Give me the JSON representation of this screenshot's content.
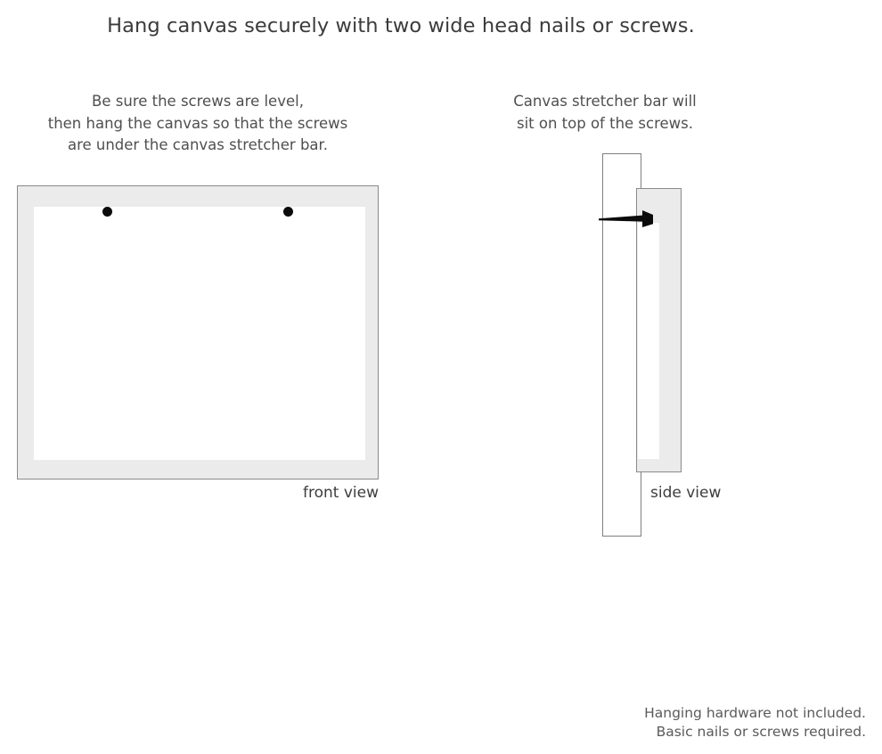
{
  "headline": "Hang canvas securely with two wide head nails or screws.",
  "captions": {
    "left": {
      "line1": "Be sure the screws are level,",
      "line2": "then hang the canvas so that the screws",
      "line3": "are under the canvas stretcher bar."
    },
    "right": {
      "line1": "Canvas stretcher bar will",
      "line2": "sit on top of the screws."
    }
  },
  "front_view": {
    "label": "front view",
    "frame_color": "#ebebeb",
    "frame_border_color": "#8a8a8a",
    "face_color": "#ffffff",
    "screw_color": "#0b0b0b",
    "screw_count": 2
  },
  "side_view": {
    "label": "side view",
    "wall_color": "#ffffff",
    "wall_border_color": "#7f7f7f",
    "bar_color": "#ebebeb",
    "bar_border_color": "#8a8a8a",
    "face_color": "#ffffff",
    "nail_color": "#0b0b0b"
  },
  "footer": {
    "line1": "Hanging hardware not included.",
    "line2": "Basic nails or screws required."
  }
}
